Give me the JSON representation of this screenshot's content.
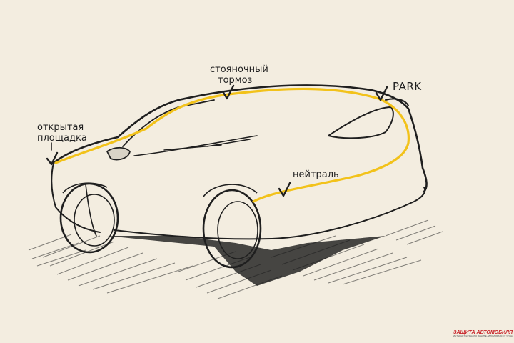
{
  "annotations": {
    "open_platform": {
      "line1": "открытая",
      "line2": "площадка"
    },
    "parking_brake": {
      "line1": "стояночный",
      "line2": "тормоз"
    },
    "park": "PARK",
    "neutral": "нейтраль"
  },
  "logo": {
    "title": "ЗАЩИТА АВТОМОБИЛЯ",
    "subtitle": "ИНТЕРНЕТ-ЖУРНАЛ О ЗАЩИТЕ АВТОМОБИЛЯ ОТ УГОНА"
  },
  "icons": [
    "checkmark-icon",
    "car-sketch",
    "shield-logo-icon"
  ],
  "colors": {
    "background": "#f3ede0",
    "sketch": "#1f1f1f",
    "highlight": "#f2c21a",
    "logo_red": "#c8262c"
  }
}
